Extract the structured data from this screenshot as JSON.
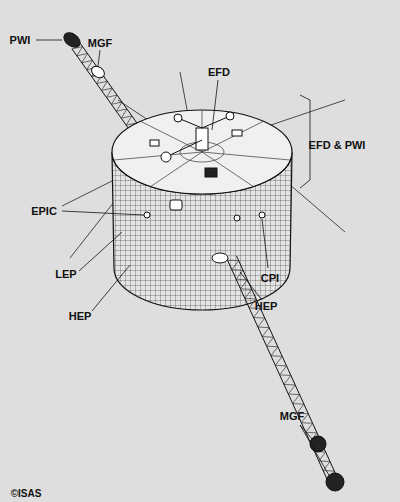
{
  "diagram": {
    "labels": [
      "PWI",
      "MGF",
      "EFD",
      "EFD & PWI",
      "EPIC",
      "LEP",
      "HEP",
      "CPI",
      "HEP",
      "MGF",
      "©ISAS"
    ]
  }
}
